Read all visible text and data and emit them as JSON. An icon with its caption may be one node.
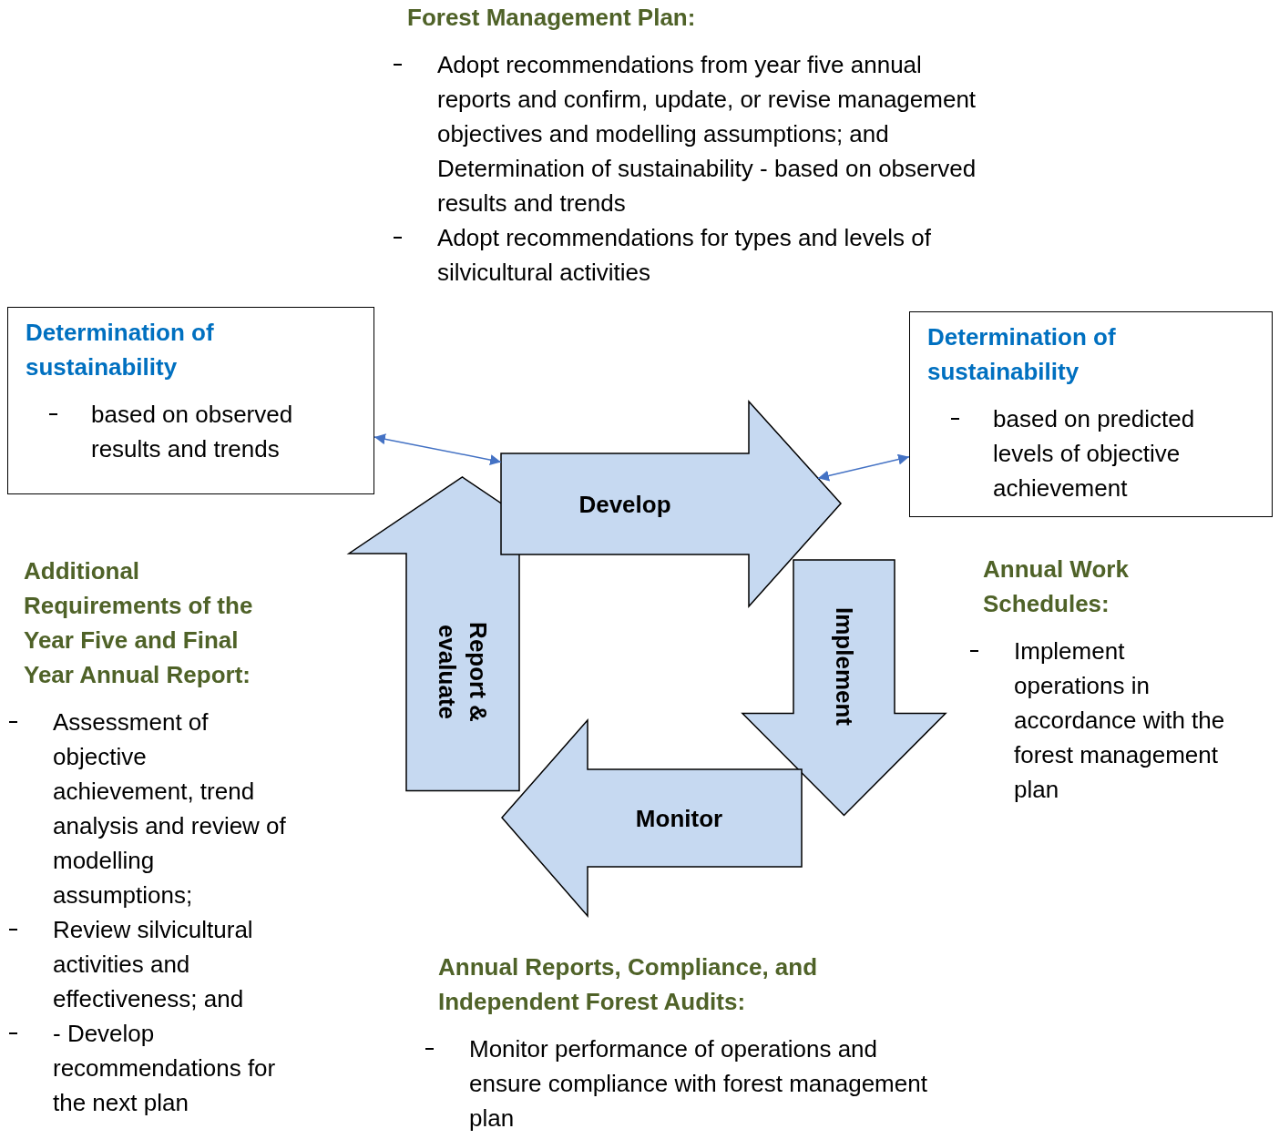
{
  "diagram": {
    "nodes": [
      {
        "text": [
          "Determination of sustainability",
          "based on observed results and trends"
        ]
      },
      {
        "text": [
          "Determination of sustainability",
          "based on predicted levels of objective achievement"
        ]
      },
      {
        "text": [
          "Develop"
        ]
      },
      {
        "text": [
          "Monitor"
        ]
      }
    ],
    "edges": [
      {
        "from": 0,
        "to": 2,
        "arrow": "both"
      },
      {
        "from": 2,
        "to": 1,
        "arrow": "both"
      },
      {
        "from": 2,
        "to": 3,
        "arrow": "to",
        "label": "Implement"
      },
      {
        "from": 3,
        "to": 2,
        "arrow": "to",
        "label": "Report & evaluate"
      }
    ],
    "labels": [
      "Forest Management Plan:",
      "Adopt recommendations from year five annual reports and confirm, update, or revise management objectives and modelling assumptions; and Determination of sustainability - based on observed results and trends",
      "Adopt recommendations for types and levels of silvicultural activities",
      "Additional Requirements of the Year Five and Final Year Annual Report:",
      "Assessment of objective achievement, trend analysis and review of modelling assumptions;",
      "Review silvicultural activities and effectiveness; and",
      "- Develop recommendations for the next plan",
      "Annual Work Schedules:",
      "Implement operations in accordance with the forest management plan",
      "Annual Reports, Compliance, and Independent Forest Audits:",
      "Monitor performance of operations and ensure compliance with forest management plan"
    ]
  }
}
